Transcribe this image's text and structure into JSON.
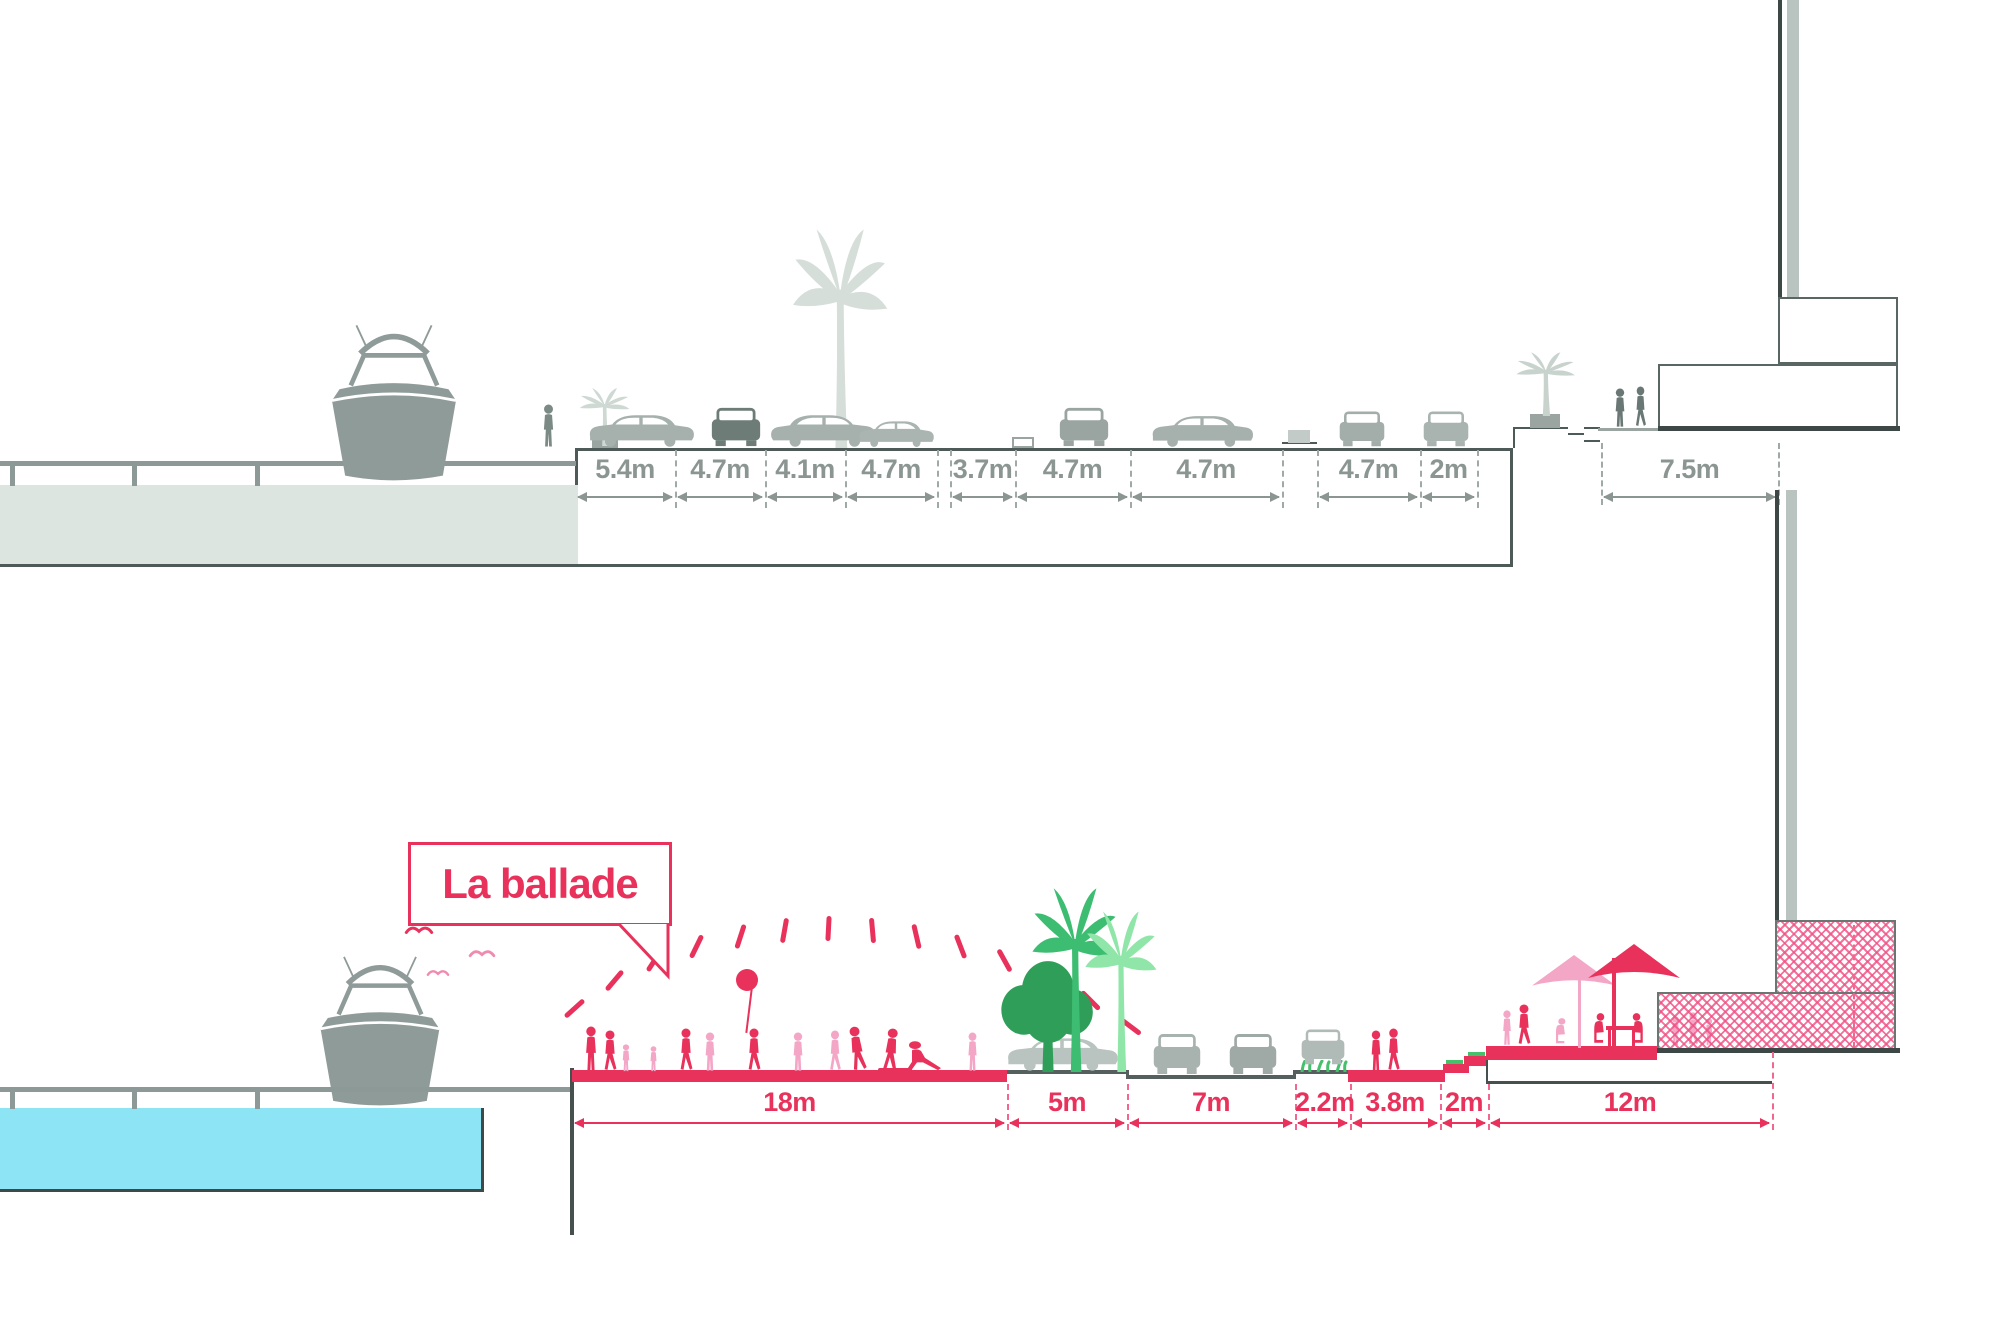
{
  "diagram": {
    "callout": "La ballade",
    "top_section": {
      "description": "existing quay street section",
      "dims": [
        "5.4m",
        "4.7m",
        "4.1m",
        "4.7m",
        "3.7m",
        "4.7m",
        "4.7m",
        "4.7m",
        "2m"
      ],
      "setback": "7.5m"
    },
    "bottom_section": {
      "description": "proposed promenade section",
      "dims": [
        "18m",
        "5m",
        "7m",
        "2.2m",
        "3.8m",
        "2m",
        "12m"
      ]
    },
    "colors": {
      "accent_red": "#e8315b",
      "light_pink": "#f4a6c6",
      "silhouette_gray": "#8f9b98",
      "pale_gray": "#d6ded9",
      "dock_gray": "#dde5e0",
      "outline_dark": "#46514f",
      "dim_text_gray": "#8b9693",
      "water_cyan": "#8ce4f5",
      "tree_green_dark": "#2f9e58",
      "tree_green_mid": "#3dbd72",
      "tree_green_light": "#8fe6a8"
    }
  }
}
